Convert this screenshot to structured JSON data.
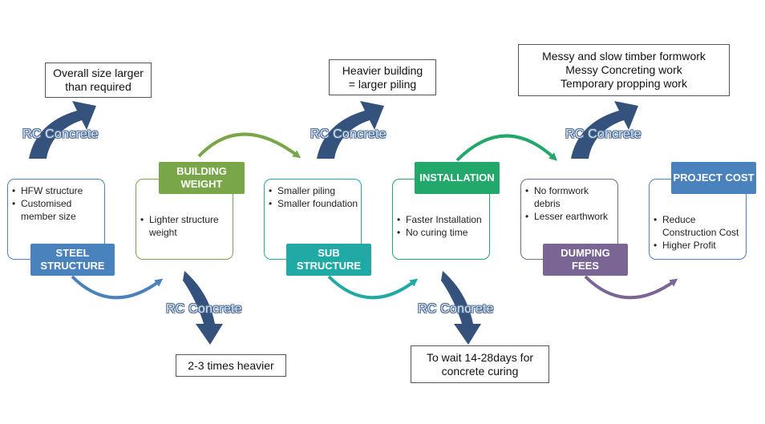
{
  "notes": {
    "steel": [
      "Overall size larger",
      "than required"
    ],
    "building": "2-3 times heavier",
    "sub": [
      "Heavier building",
      "= larger piling"
    ],
    "install": [
      "To wait 14-28days for",
      "concrete curing"
    ],
    "dumping": [
      "Messy and slow timber formwork",
      "Messy Concreting work",
      "Temporary propping work"
    ]
  },
  "rc_label": "RC Concrete",
  "stages": {
    "steel": {
      "title": [
        "STEEL",
        "STRUCTURE"
      ],
      "bullets": [
        "HFW structure",
        "Customised member size"
      ],
      "color": "#4a82bd"
    },
    "building": {
      "title": [
        "BUILDING",
        "WEIGHT"
      ],
      "bullets": [
        "Lighter structure weight"
      ],
      "color": "#7aa64a"
    },
    "sub": {
      "title": [
        "SUB",
        "STRUCTURE"
      ],
      "bullets": [
        "Smaller piling",
        "Smaller foundation"
      ],
      "color": "#21a9a5"
    },
    "install": {
      "title": [
        "INSTALLATION"
      ],
      "bullets": [
        "Faster Installation",
        "No curing time"
      ],
      "color": "#22a86a"
    },
    "dumping": {
      "title": [
        "DUMPING",
        "FEES"
      ],
      "bullets": [
        "No formwork debris",
        "Lesser earthwork"
      ],
      "color": "#7a6594"
    },
    "cost": {
      "title": [
        "PROJECT COST"
      ],
      "bullets": [
        "Reduce Construction Cost",
        "Higher Profit"
      ],
      "color": "#4a82bd"
    }
  },
  "colors": {
    "rc_arrow": "#34527c"
  }
}
